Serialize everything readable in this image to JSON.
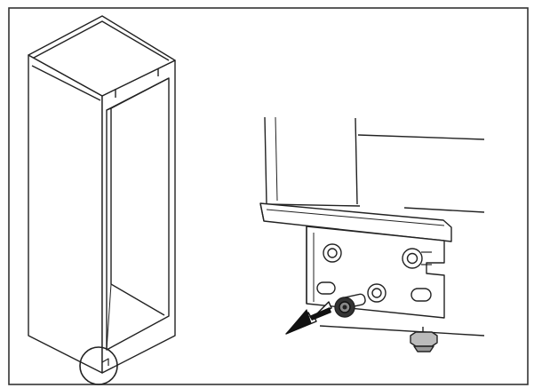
{
  "diagram": {
    "panels": [
      {
        "name": "cabinet-overview"
      },
      {
        "name": "hinge-bracket-detail"
      }
    ],
    "action": "remove-screw",
    "colors": {
      "stroke": "#222222",
      "fill": "#ffffff",
      "frame": "#333333",
      "arrow": "#111111"
    },
    "icons": [
      "detail-circle-callout",
      "removal-arrow-icon",
      "hex-screw-icon"
    ]
  }
}
